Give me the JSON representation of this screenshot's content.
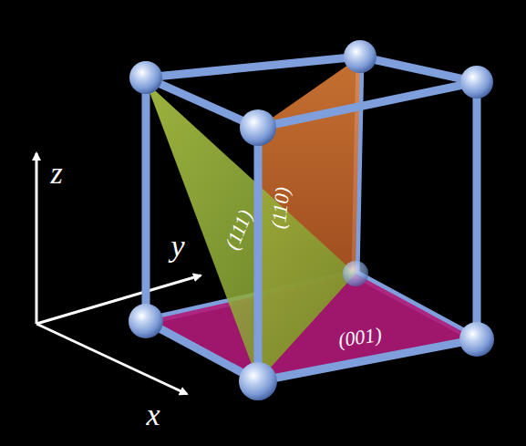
{
  "diagram": {
    "labels": [
      "z",
      "y",
      "x",
      "(111)",
      "(110)",
      "(001)"
    ]
  }
}
